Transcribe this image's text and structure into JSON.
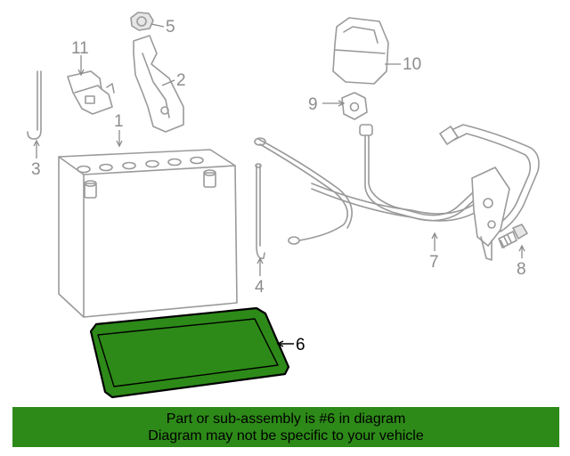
{
  "diagram": {
    "callouts": [
      "1",
      "2",
      "3",
      "4",
      "5",
      "6",
      "7",
      "8",
      "9",
      "10",
      "11"
    ],
    "highlight_callout": "6",
    "highlight_color": "#2d8a18",
    "part_color": "#9a9a9a"
  },
  "banner": {
    "line1": "Part or sub-assembly is #6 in diagram",
    "line2": "Diagram may not be specific to your vehicle",
    "background": "#2d8a18"
  }
}
